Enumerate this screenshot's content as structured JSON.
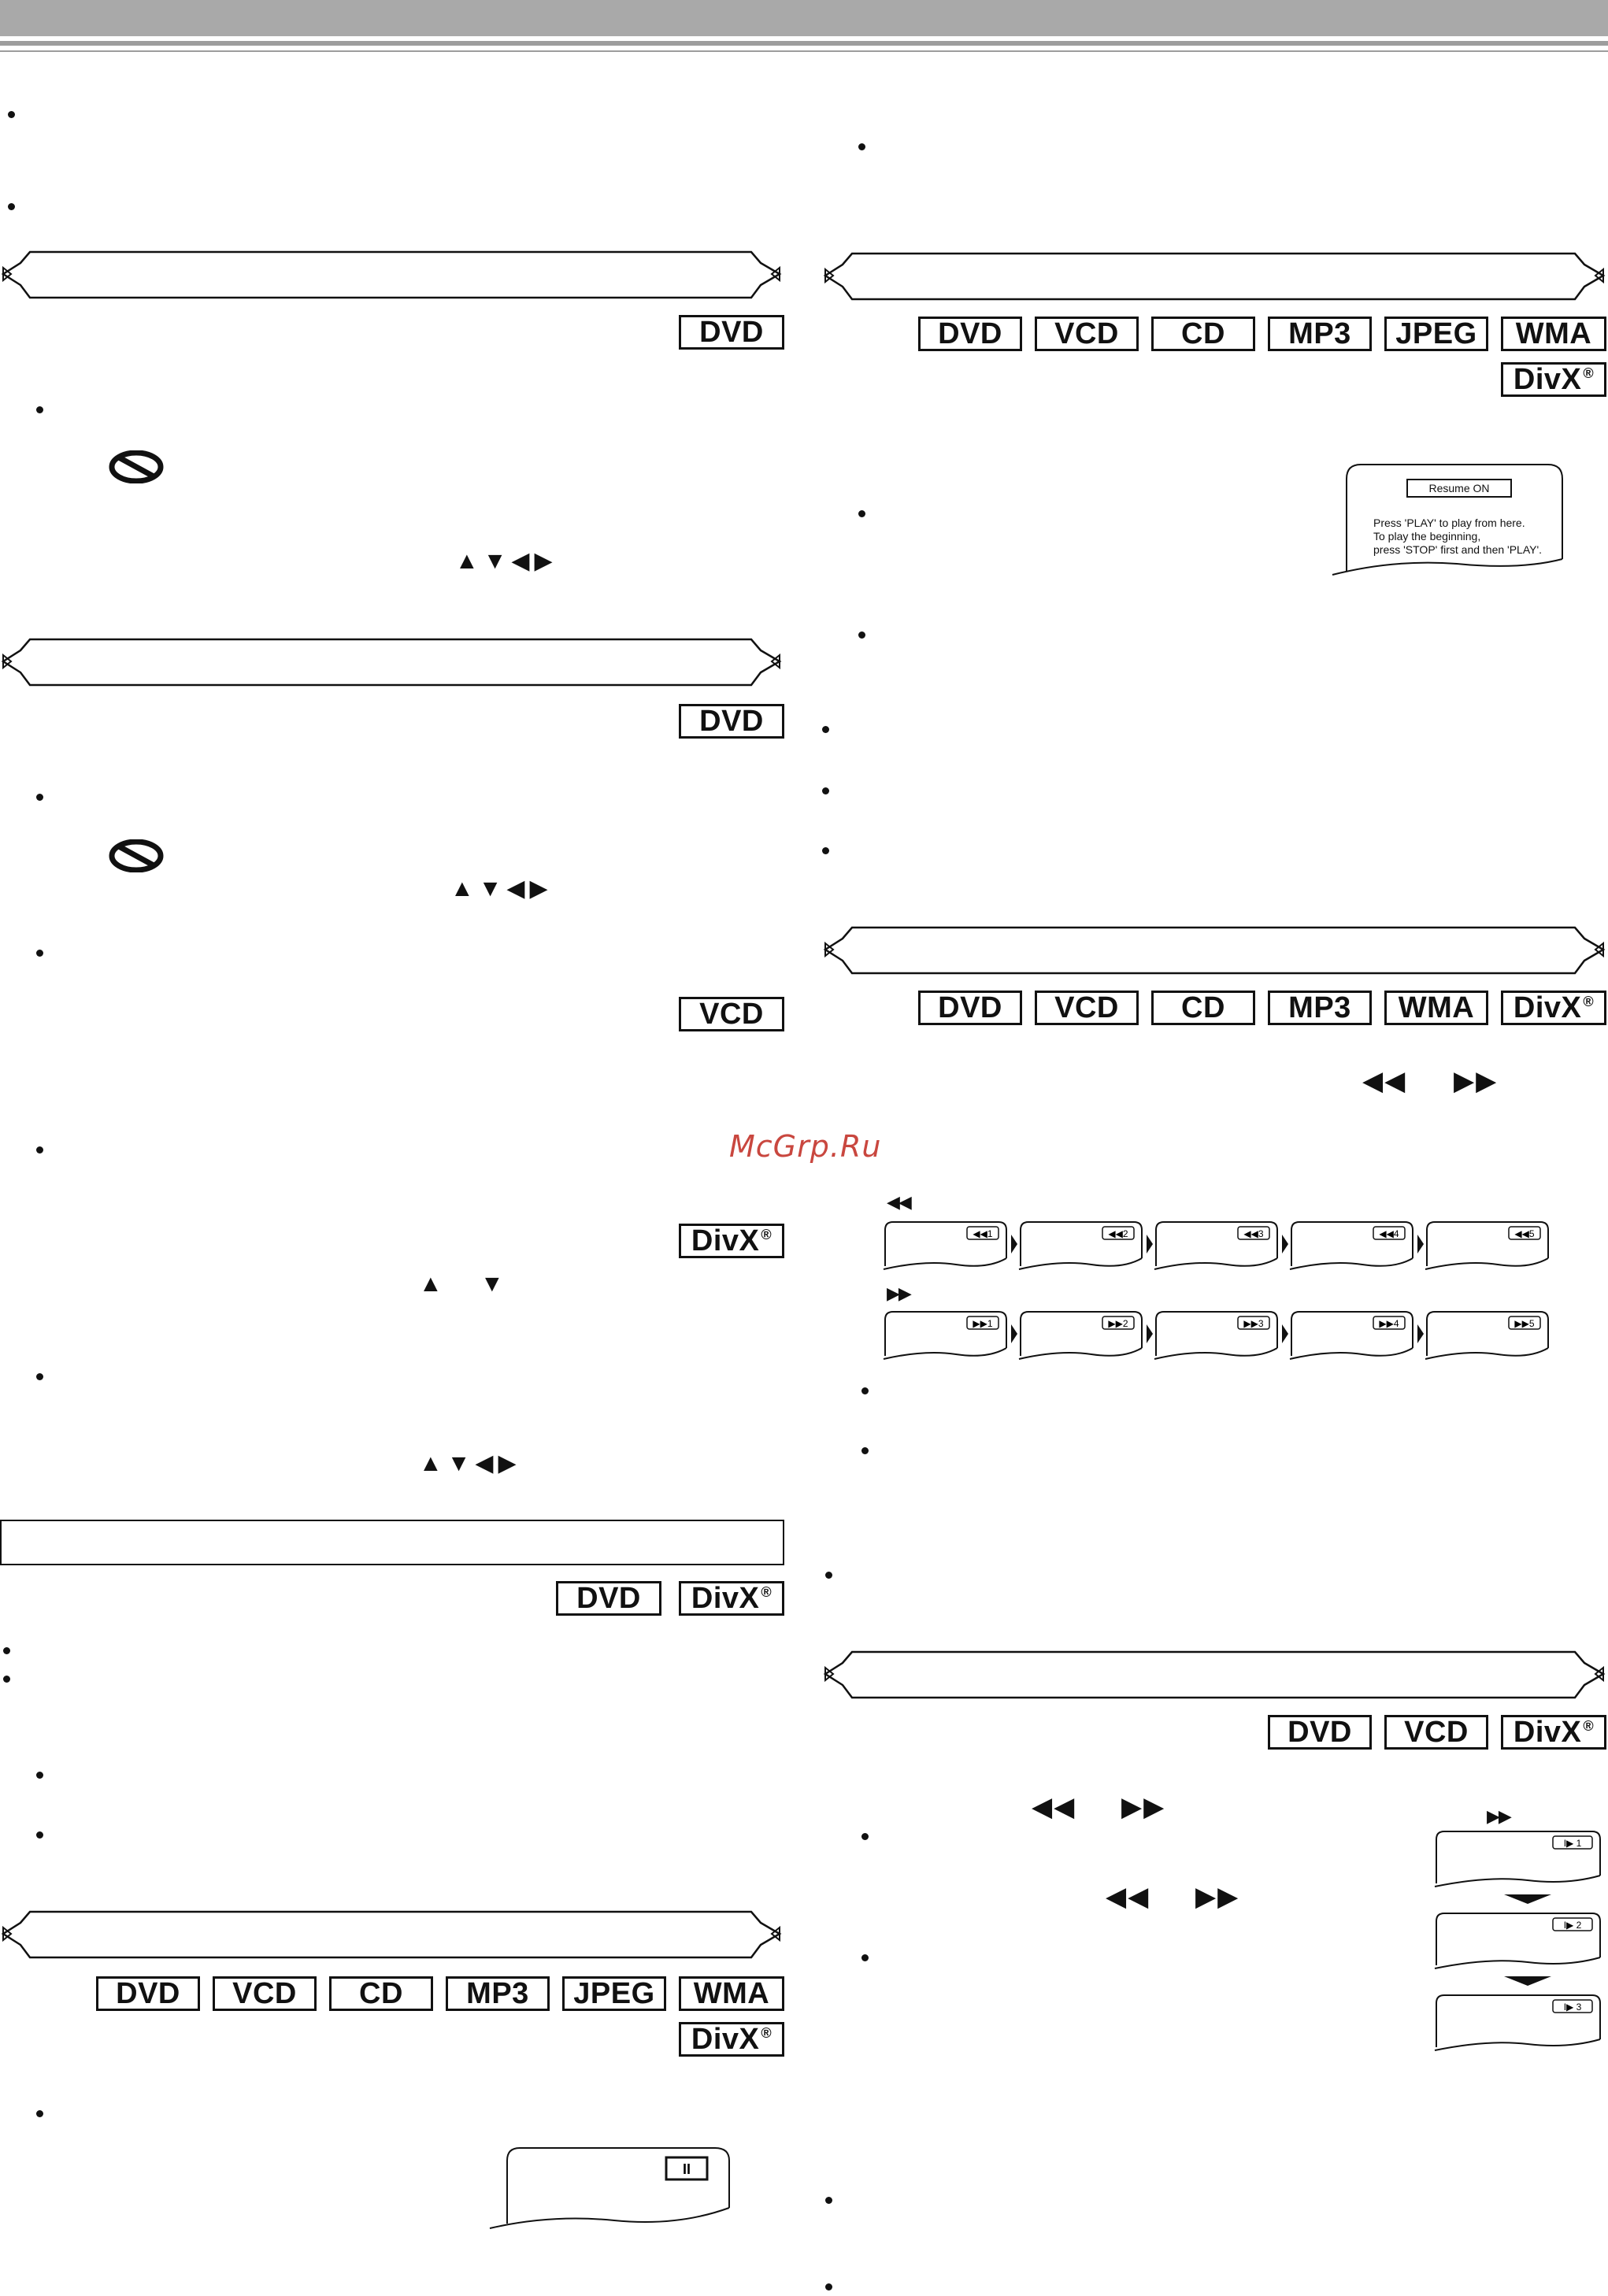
{
  "watermark": "McGrp.Ru",
  "badges": {
    "dvd": "DVD",
    "vcd": "VCD",
    "cd": "CD",
    "mp3": "MP3",
    "jpeg": "JPEG",
    "wma": "WMA",
    "divx": "DivX",
    "divx_mark": "®"
  },
  "symbols": {
    "cursor4": "▲▼◀▶",
    "up": "▲",
    "down": "▼",
    "rev": "◀◀",
    "fwd": "▶▶"
  },
  "resume_screen": {
    "title": "Resume ON",
    "line1": "Press 'PLAY' to play from here.",
    "line2": "To play the beginning,",
    "line3": "press 'STOP' first and then 'PLAY'."
  },
  "search_labels": {
    "rev": [
      "◀◀1",
      "◀◀2",
      "◀◀3",
      "◀◀4",
      "◀◀5"
    ],
    "fwd": [
      "▶▶1",
      "▶▶2",
      "▶▶3",
      "▶▶4",
      "▶▶5"
    ]
  },
  "slow_labels": [
    "I▶ 1",
    "I▶ 2",
    "I▶ 3"
  ],
  "pause_label": "II"
}
